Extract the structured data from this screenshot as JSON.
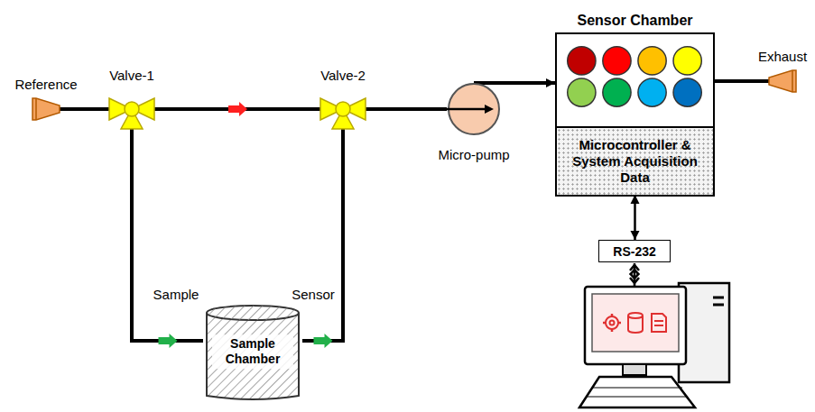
{
  "diagram": {
    "nodes": [
      {
        "text": [
          "Reference"
        ]
      },
      {
        "text": [
          "Valve-1"
        ]
      },
      {
        "text": [
          "Valve-2"
        ]
      },
      {
        "text": [
          "Micro-pump"
        ]
      },
      {
        "text": [
          "Sensor Chamber"
        ]
      },
      {
        "text": [
          "Microcontroller & System Acquisition Data"
        ],
        "in": 4
      },
      {
        "text": [
          "Exhaust"
        ]
      },
      {
        "text": [
          "Sample Chamber"
        ]
      },
      {
        "text": [
          "RS-232"
        ]
      }
    ],
    "edges": [
      {
        "from": 0,
        "to": 1,
        "arrow": "none"
      },
      {
        "from": 1,
        "to": 2,
        "arrow": "to"
      },
      {
        "from": 1,
        "to": 7,
        "label": "Sample",
        "arrow": "to"
      },
      {
        "from": 7,
        "to": 2,
        "label": "Sensor",
        "arrow": "to"
      },
      {
        "from": 2,
        "to": 3,
        "arrow": "none"
      },
      {
        "from": 3,
        "to": 4,
        "arrow": "to"
      },
      {
        "from": 4,
        "to": 6,
        "arrow": "none"
      },
      {
        "from": 5,
        "to": 8,
        "arrow": "both"
      }
    ]
  }
}
